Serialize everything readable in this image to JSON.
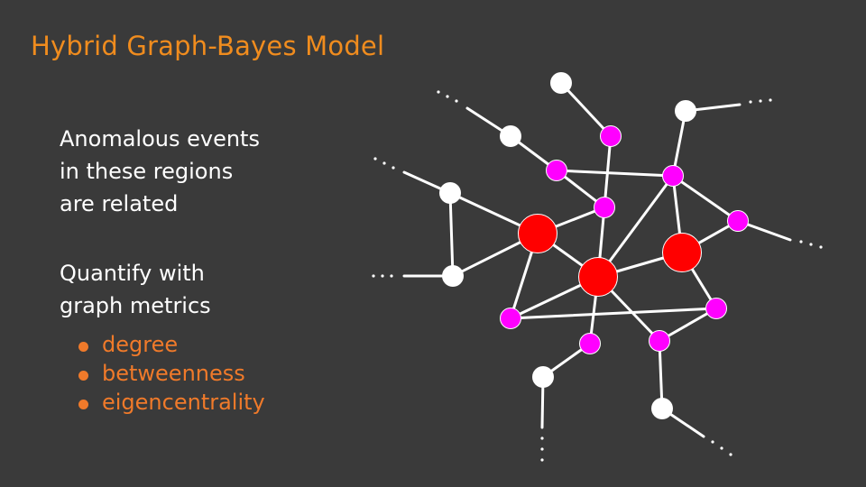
{
  "slide": {
    "title": "Hybrid Graph-Bayes Model",
    "paragraph1_lines": [
      "Anomalous events",
      "in these regions",
      "are related"
    ],
    "paragraph2_lines": [
      "Quantify with",
      "graph metrics"
    ],
    "bullets": [
      "degree",
      "betweenness",
      "eigencentrality"
    ]
  },
  "colors": {
    "background": "#3a3a3a",
    "title": "#f08c1e",
    "bullet": "#f07a2a",
    "edge": "#ffffff",
    "node_peripheral": "#ffffff",
    "node_neighbor": "#ff00ff",
    "node_core": "#ff0000"
  }
}
